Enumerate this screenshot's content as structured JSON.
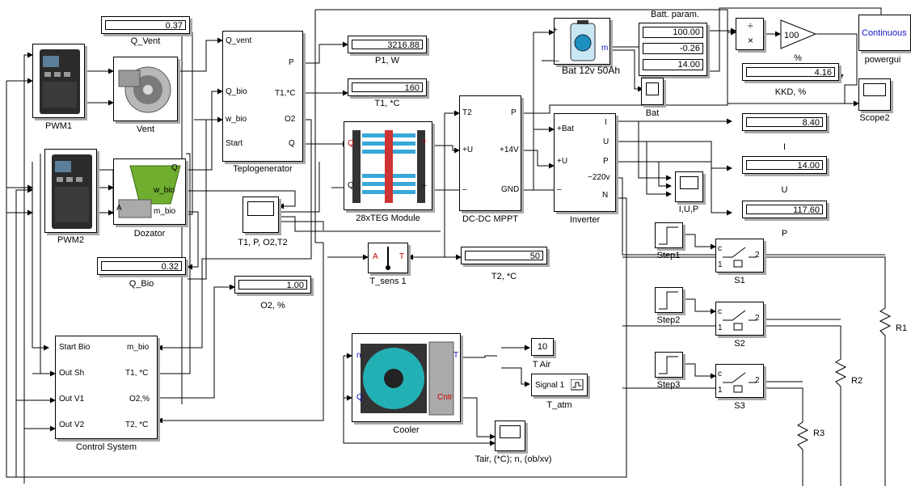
{
  "blocks": {
    "pwm1": "PWM1",
    "pwm2": "PWM2",
    "vent": "Vent",
    "dozator": "Dozator",
    "teplogenerator": "Teplogenerator",
    "teg": "28xTEG Module",
    "dcdc": "DC-DC MPPT",
    "inverter": "Inverter",
    "battery": "Bat 12v 50Ah",
    "bat": "Bat",
    "batt_param": "Batt. param.",
    "control_system": "Control System",
    "cooler": "Cooler",
    "t_sens": "T_sens 1",
    "t_air": "T Air",
    "t_atm": "T_atm",
    "scope_t1": "T1, P, O2,T2",
    "scope_iup": "I,U,P",
    "scope2": "Scope2",
    "scope_tair": "Tair, (*C); n, (ob/xv)",
    "gain_value": "100",
    "gain_unit": "%",
    "powergui": "Continuous",
    "powergui_label": "powergui",
    "step1": "Step1",
    "step2": "Step2",
    "step3": "Step3",
    "s1": "S1",
    "s2": "S2",
    "s3": "S3",
    "r1": "R1",
    "r2": "R2",
    "r3": "R3",
    "signal": "Signal 1",
    "t_air_value": "10"
  },
  "displays": {
    "q_vent": {
      "value": "0.37",
      "label": "Q_Vent"
    },
    "q_bio": {
      "value": "0.32",
      "label": "Q_Bio"
    },
    "p1": {
      "value": "3216.88",
      "label": "P1, W"
    },
    "t1": {
      "value": "160",
      "label": "T1, *C"
    },
    "o2": {
      "value": "1.00",
      "label": "O2, %"
    },
    "t2": {
      "value": "50",
      "label": "T2, *C"
    },
    "batt1": {
      "value": "100.00"
    },
    "batt2": {
      "value": "-0.26"
    },
    "batt3": {
      "value": "14.00"
    },
    "kkd": {
      "value": "4.16",
      "label": "KKD, %"
    },
    "i": {
      "value": "8.40",
      "label": "I"
    },
    "u": {
      "value": "14.00",
      "label": "U"
    },
    "p": {
      "value": "117.60",
      "label": "P"
    }
  },
  "ports": {
    "teplo_in": [
      "Q_vent",
      "Q_bio",
      "w_bio",
      "Start"
    ],
    "teplo_out": [
      "P",
      "T1,*C",
      "O2",
      "Q"
    ],
    "doz_out": [
      "Q",
      "w_bio",
      "m_bio"
    ],
    "doz_in": "A",
    "ctrl_in": [
      "Start Bio",
      "Out Sh",
      "Out V1",
      "Out V2"
    ],
    "ctrl_out": [
      "m_bio",
      "T1, *C",
      "O2,%",
      "T2, *C"
    ],
    "dcdc_ports": [
      "T2",
      "P",
      "+U",
      "+14V",
      "–",
      "GND"
    ],
    "inv_in": [
      "+Bat",
      "+U",
      "–"
    ],
    "inv_out": [
      "I",
      "U",
      "P",
      "~220v",
      "N"
    ],
    "cooler_ports": [
      "n",
      "T",
      "Q",
      "Cntr"
    ],
    "tsens_ports": [
      "A",
      "T"
    ],
    "teg_ports": [
      "Q",
      "Q",
      "+",
      "–"
    ],
    "bat_ports": [
      "+",
      "–",
      "m"
    ],
    "switch_ports": [
      "c",
      "1",
      "2"
    ],
    "math_ops": [
      "÷",
      "×"
    ]
  }
}
